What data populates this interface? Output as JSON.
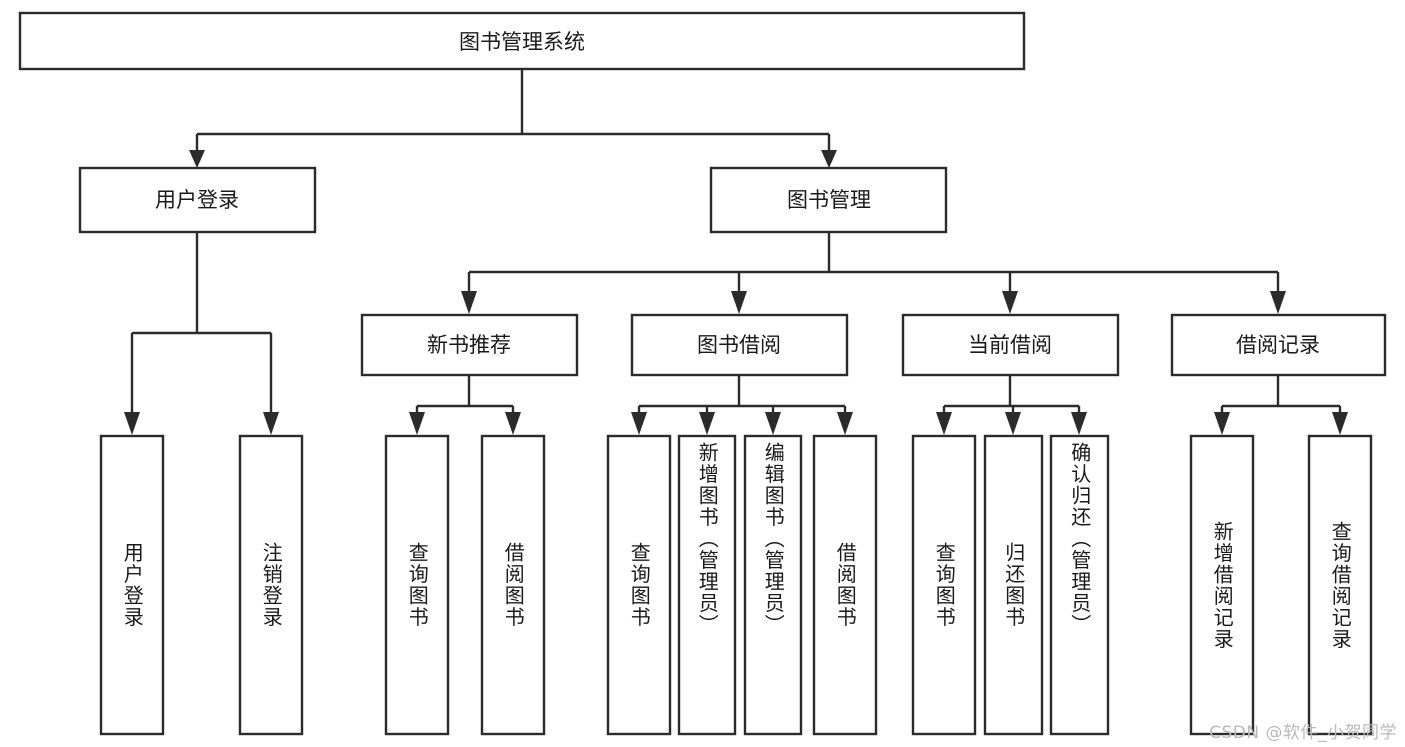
{
  "diagram": {
    "type": "tree",
    "title_node": {
      "id": "root",
      "label": "图书管理系统"
    },
    "levels": [
      {
        "level": 1,
        "nodes": [
          {
            "id": "root",
            "label": "图书管理系统",
            "orientation": "horizontal"
          }
        ]
      },
      {
        "level": 2,
        "nodes": [
          {
            "id": "user-login",
            "label": "用户登录",
            "orientation": "horizontal",
            "parent": "root"
          },
          {
            "id": "book-manage",
            "label": "图书管理",
            "orientation": "horizontal",
            "parent": "root"
          }
        ]
      },
      {
        "level": 3,
        "nodes": [
          {
            "id": "new-book-recommend",
            "label": "新书推荐",
            "orientation": "horizontal",
            "parent": "book-manage"
          },
          {
            "id": "book-borrow",
            "label": "图书借阅",
            "orientation": "horizontal",
            "parent": "book-manage"
          },
          {
            "id": "current-borrow",
            "label": "当前借阅",
            "orientation": "horizontal",
            "parent": "book-manage"
          },
          {
            "id": "borrow-record",
            "label": "借阅记录",
            "orientation": "horizontal",
            "parent": "book-manage"
          }
        ]
      },
      {
        "level": 4,
        "nodes": [
          {
            "id": "leaf-user-login",
            "label": "用户登录",
            "orientation": "vertical",
            "parent": "user-login"
          },
          {
            "id": "leaf-logout",
            "label": "注销登录",
            "orientation": "vertical",
            "parent": "user-login"
          },
          {
            "id": "leaf-query-book-1",
            "label": "查询图书",
            "orientation": "vertical",
            "parent": "new-book-recommend"
          },
          {
            "id": "leaf-borrow-book-1",
            "label": "借阅图书",
            "orientation": "vertical",
            "parent": "new-book-recommend"
          },
          {
            "id": "leaf-query-book-2",
            "label": "查询图书",
            "orientation": "vertical",
            "parent": "book-borrow"
          },
          {
            "id": "leaf-add-book",
            "label": "新增图书（管理员）",
            "orientation": "vertical",
            "parent": "book-borrow"
          },
          {
            "id": "leaf-edit-book",
            "label": "编辑图书（管理员）",
            "orientation": "vertical",
            "parent": "book-borrow"
          },
          {
            "id": "leaf-borrow-book-2",
            "label": "借阅图书",
            "orientation": "vertical",
            "parent": "book-borrow"
          },
          {
            "id": "leaf-query-book-3",
            "label": "查询图书",
            "orientation": "vertical",
            "parent": "current-borrow"
          },
          {
            "id": "leaf-return-book",
            "label": "归还图书",
            "orientation": "vertical",
            "parent": "current-borrow"
          },
          {
            "id": "leaf-confirm-return",
            "label": "确认归还（管理员）",
            "orientation": "vertical",
            "parent": "current-borrow"
          },
          {
            "id": "leaf-add-record",
            "label": "新增借阅记录",
            "orientation": "vertical",
            "parent": "borrow-record"
          },
          {
            "id": "leaf-query-record",
            "label": "查询借阅记录",
            "orientation": "vertical",
            "parent": "borrow-record"
          }
        ]
      }
    ],
    "colors": {
      "box_stroke": "#2b2b2b",
      "box_fill": "#ffffff",
      "connector": "#2b2b2b",
      "text": "#1a1a1a",
      "background": "#ffffff",
      "watermark": "#b9b9b9"
    }
  },
  "watermark": {
    "text": "CSDN @软件_小贺同学"
  }
}
